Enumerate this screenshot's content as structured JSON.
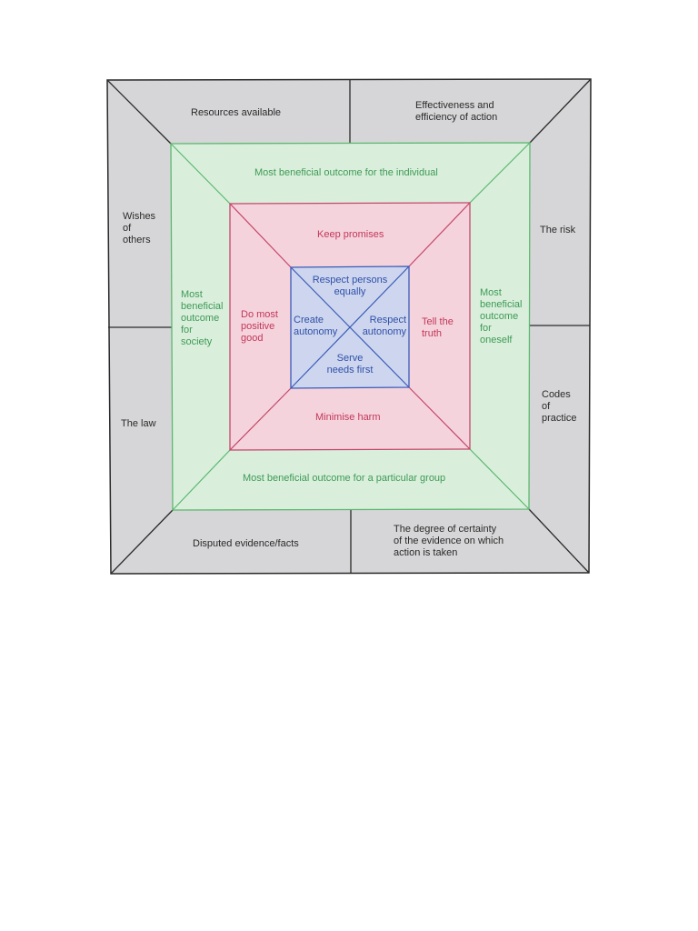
{
  "colors": {
    "outer_fill": "#d6d6d8",
    "outer_line": "#2a2a2a",
    "green_fill": "#d9efdc",
    "green_line": "#5cb86e",
    "pink_fill": "#f5d3dc",
    "pink_line": "#c4476a",
    "blue_fill": "#cdd6ee",
    "blue_line": "#3a5bb8"
  },
  "outer_ring": {
    "top_left": "Resources available",
    "top_right": "Effectiveness and\nefficiency of action",
    "left_top": "Wishes\nof\nothers",
    "left_bottom": "The law",
    "right_top": "The risk",
    "right_bottom": "Codes\nof\npractice",
    "bottom_left": "Disputed evidence/facts",
    "bottom_right": "The degree of certainty\nof the evidence on which\naction is taken"
  },
  "green_ring": {
    "top": "Most beneficial outcome for the individual",
    "left": "Most\nbeneficial\noutcome\nfor\nsociety",
    "right": "Most\nbeneficial\noutcome\nfor\noneself",
    "bottom": "Most beneficial outcome for a particular group"
  },
  "pink_ring": {
    "top": "Keep promises",
    "left": "Do most\npositive\ngood",
    "right": "Tell the\ntruth",
    "bottom": "Minimise harm"
  },
  "blue_core": {
    "top": "Respect persons\nequally",
    "left": "Create\nautonomy",
    "right": "Respect\nautonomy",
    "bottom": "Serve\nneeds first"
  }
}
